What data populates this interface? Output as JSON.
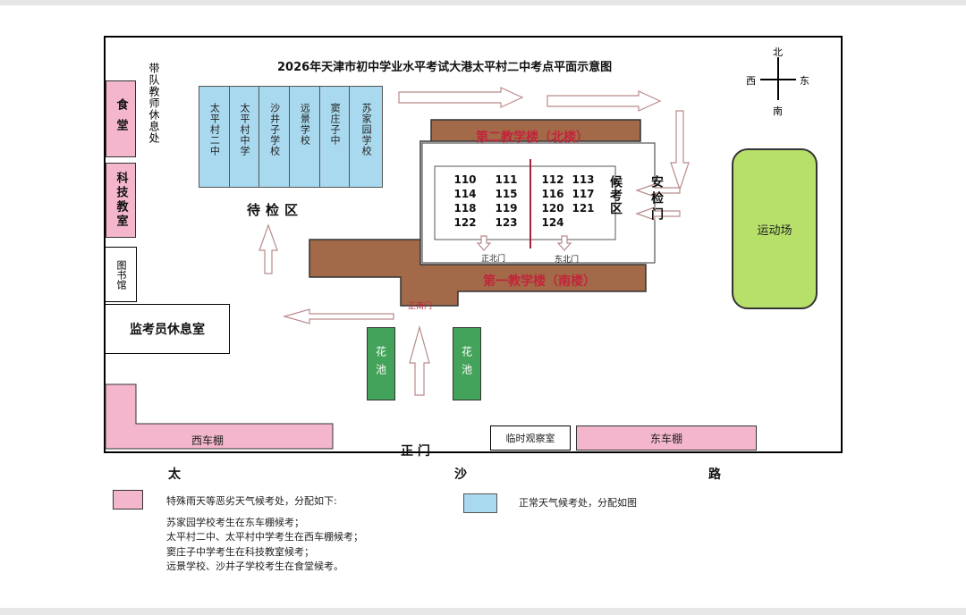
{
  "title": "2026年天津市初中学业水平考试大港太平村二中考点平面示意图",
  "compass": {
    "north": "北",
    "south": "南",
    "east": "东",
    "west": "西"
  },
  "left_rooms": {
    "canteen": "食堂",
    "tech_classroom": "科技教室",
    "library": "图书馆",
    "proctor_lounge": "监考员休息室"
  },
  "teacher_rest": "带队教师休息处",
  "schools": [
    "太平村二中",
    "太平村中学",
    "沙井子学校",
    "远景学校",
    "窦庄子中",
    "苏家园学校"
  ],
  "waiting_area": "待检区",
  "north_building": "第二教学楼（北楼）",
  "south_building": "第一教学楼（南楼）",
  "rooms": [
    [
      "110",
      "111",
      "112",
      "113"
    ],
    [
      "114",
      "115",
      "116",
      "117"
    ],
    [
      "118",
      "119",
      "120",
      "121"
    ],
    [
      "122",
      "123",
      "124",
      ""
    ]
  ],
  "exam_waiting": "候考区",
  "security_gate": "安检门",
  "north_gate": "正北门",
  "east_north_gate": "东北门",
  "south_gate": "正南门",
  "flower_bed": "花池",
  "sports_field": "运动场",
  "west_shed": "西车棚",
  "east_shed": "东车棚",
  "main_gate": "正 门",
  "observation_room": "临时观察室",
  "road": {
    "c1": "太",
    "c2": "沙",
    "c3": "路"
  },
  "legend": {
    "pink_label": "特殊雨天等恶劣天气候考处，分配如下:",
    "pink_lines": [
      "苏家园学校考生在东车棚候考；",
      "太平村二中、太平村中学考生在西车棚候考；",
      "窦庄子中学考生在科技教室候考；",
      "远景学校、沙井子学校考生在食堂候考。"
    ],
    "blue_label": "正常天气候考处，分配如图"
  },
  "colors": {
    "building": "#a26a48",
    "pink": "#f4b6cc",
    "blue": "#a9d9ef",
    "green": "#44a35a",
    "lime": "#b7e06a",
    "building_text": "#c2253b"
  }
}
